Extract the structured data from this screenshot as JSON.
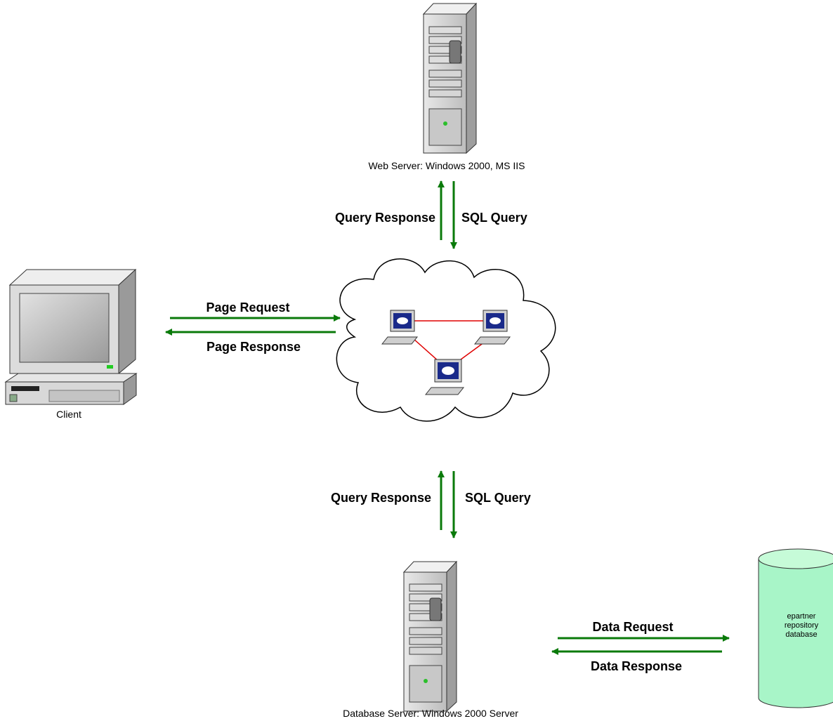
{
  "nodes": {
    "web_server": "Web Server: Windows 2000, MS IIS",
    "client": "Client",
    "db_server": "Database Server: Windows 2000 Server",
    "database": [
      "epartner",
      "repository",
      "database"
    ]
  },
  "flows": {
    "web_query_response": "Query Response",
    "web_sql_query": "SQL Query",
    "page_request": "Page Request",
    "page_response": "Page Response",
    "db_query_response": "Query Response",
    "db_sql_query": "SQL Query",
    "data_request": "Data Request",
    "data_response": "Data Response"
  },
  "colors": {
    "arrow": "#0a7a0a",
    "link": "#e00000",
    "database_fill": "#a8f5c8",
    "screen": "#1a2a8a"
  }
}
